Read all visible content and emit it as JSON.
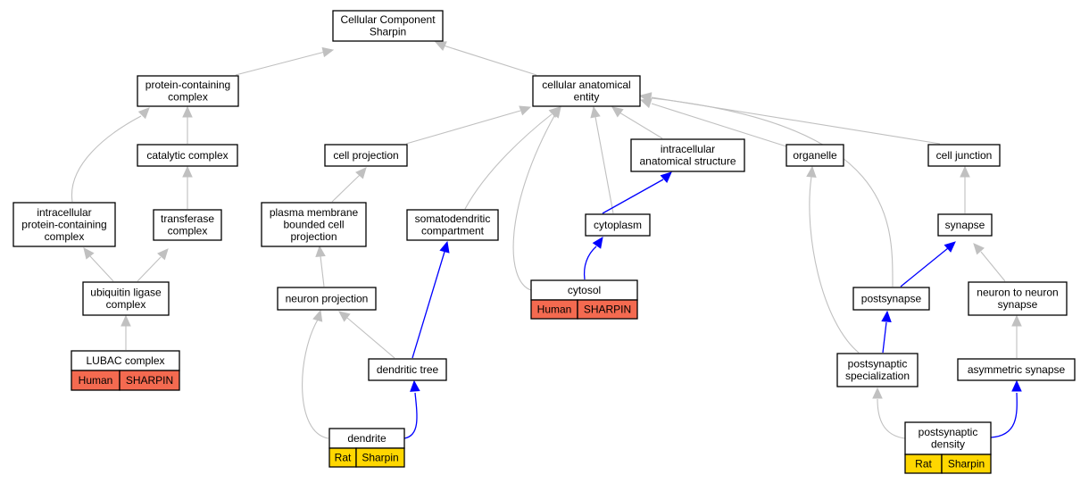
{
  "diagram": {
    "colors": {
      "gray_edge": "#c0c0c0",
      "blue_edge": "#0000ff",
      "human_fill": "#f46a50",
      "rat_fill": "#ffd700",
      "node_border": "#000000",
      "node_fill": "#ffffff"
    },
    "nodes": [
      {
        "id": "root",
        "lines": [
          "Cellular Component",
          "Sharpin"
        ]
      },
      {
        "id": "protein_complex",
        "lines": [
          "protein-containing",
          "complex"
        ]
      },
      {
        "id": "cae",
        "lines": [
          "cellular anatomical",
          "entity"
        ]
      },
      {
        "id": "catalytic",
        "lines": [
          "catalytic complex"
        ]
      },
      {
        "id": "cell_projection",
        "lines": [
          "cell projection"
        ]
      },
      {
        "id": "ias",
        "lines": [
          "intracellular",
          "anatomical structure"
        ]
      },
      {
        "id": "organelle",
        "lines": [
          "organelle"
        ]
      },
      {
        "id": "cell_junction",
        "lines": [
          "cell junction"
        ]
      },
      {
        "id": "ipcc",
        "lines": [
          "intracellular",
          "protein-containing",
          "complex"
        ]
      },
      {
        "id": "transferase",
        "lines": [
          "transferase",
          "complex"
        ]
      },
      {
        "id": "pmbcp",
        "lines": [
          "plasma membrane",
          "bounded cell",
          "projection"
        ]
      },
      {
        "id": "somato",
        "lines": [
          "somatodendritic",
          "compartment"
        ]
      },
      {
        "id": "cytoplasm",
        "lines": [
          "cytoplasm"
        ]
      },
      {
        "id": "synapse",
        "lines": [
          "synapse"
        ]
      },
      {
        "id": "ubiquitin",
        "lines": [
          "ubiquitin ligase",
          "complex"
        ]
      },
      {
        "id": "neuron_proj",
        "lines": [
          "neuron projection"
        ]
      },
      {
        "id": "cytosol",
        "lines": [
          "cytosol"
        ],
        "annot": [
          "Human",
          "SHARPIN"
        ]
      },
      {
        "id": "postsynapse",
        "lines": [
          "postsynapse"
        ]
      },
      {
        "id": "ntn",
        "lines": [
          "neuron to neuron",
          "synapse"
        ]
      },
      {
        "id": "lubac",
        "lines": [
          "LUBAC complex"
        ],
        "annot": [
          "Human",
          "SHARPIN"
        ]
      },
      {
        "id": "dendritic_tree",
        "lines": [
          "dendritic tree"
        ]
      },
      {
        "id": "ps_spec",
        "lines": [
          "postsynaptic",
          "specialization"
        ]
      },
      {
        "id": "asym",
        "lines": [
          "asymmetric synapse"
        ]
      },
      {
        "id": "dendrite",
        "lines": [
          "dendrite"
        ],
        "annot": [
          "Rat",
          "Sharpin"
        ]
      },
      {
        "id": "psd",
        "lines": [
          "postsynaptic",
          "density"
        ],
        "annot": [
          "Rat",
          "Sharpin"
        ]
      }
    ],
    "edges": [
      {
        "from": "protein_complex",
        "to": "root",
        "color": "gray"
      },
      {
        "from": "cae",
        "to": "root",
        "color": "gray"
      },
      {
        "from": "catalytic",
        "to": "protein_complex",
        "color": "gray"
      },
      {
        "from": "ipcc",
        "to": "protein_complex",
        "color": "gray"
      },
      {
        "from": "transferase",
        "to": "catalytic",
        "color": "gray"
      },
      {
        "from": "ubiquitin",
        "to": "ipcc",
        "color": "gray"
      },
      {
        "from": "ubiquitin",
        "to": "transferase",
        "color": "gray"
      },
      {
        "from": "lubac",
        "to": "ubiquitin",
        "color": "gray"
      },
      {
        "from": "cell_projection",
        "to": "cae",
        "color": "gray"
      },
      {
        "from": "somato",
        "to": "cae",
        "color": "gray"
      },
      {
        "from": "cytosol",
        "to": "cae",
        "color": "gray"
      },
      {
        "from": "cytoplasm",
        "to": "cae",
        "color": "gray"
      },
      {
        "from": "ias",
        "to": "cae",
        "color": "gray"
      },
      {
        "from": "organelle",
        "to": "cae",
        "color": "gray"
      },
      {
        "from": "postsynapse",
        "to": "cae",
        "color": "gray"
      },
      {
        "from": "cell_junction",
        "to": "cae",
        "color": "gray"
      },
      {
        "from": "pmbcp",
        "to": "cell_projection",
        "color": "gray"
      },
      {
        "from": "neuron_proj",
        "to": "pmbcp",
        "color": "gray"
      },
      {
        "from": "dendritic_tree",
        "to": "neuron_proj",
        "color": "gray"
      },
      {
        "from": "dendrite",
        "to": "neuron_proj",
        "color": "gray"
      },
      {
        "from": "dendritic_tree",
        "to": "somato",
        "color": "blue"
      },
      {
        "from": "dendrite",
        "to": "dendritic_tree",
        "color": "blue"
      },
      {
        "from": "cytoplasm",
        "to": "ias",
        "color": "blue"
      },
      {
        "from": "cytosol",
        "to": "cytoplasm",
        "color": "blue"
      },
      {
        "from": "ps_spec",
        "to": "organelle",
        "color": "gray"
      },
      {
        "from": "synapse",
        "to": "cell_junction",
        "color": "gray"
      },
      {
        "from": "postsynapse",
        "to": "synapse",
        "color": "blue"
      },
      {
        "from": "ntn",
        "to": "synapse",
        "color": "gray"
      },
      {
        "from": "ps_spec",
        "to": "postsynapse",
        "color": "blue"
      },
      {
        "from": "asym",
        "to": "ntn",
        "color": "gray"
      },
      {
        "from": "psd",
        "to": "ps_spec",
        "color": "gray"
      },
      {
        "from": "psd",
        "to": "asym",
        "color": "blue"
      }
    ]
  }
}
